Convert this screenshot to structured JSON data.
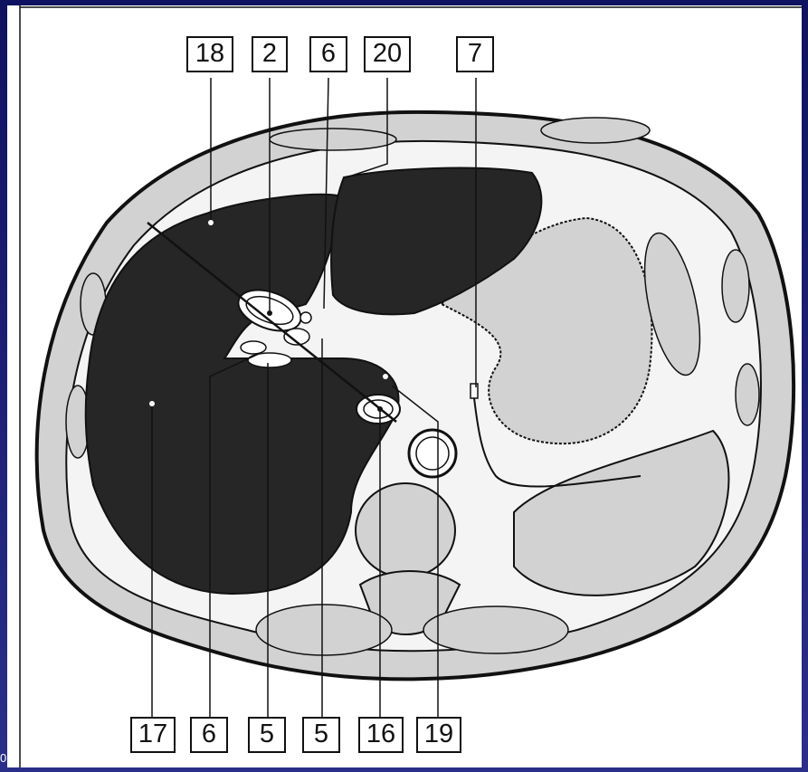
{
  "labels_top": [
    "18",
    "2",
    "6",
    "20",
    "7"
  ],
  "labels_bottom": [
    "17",
    "6",
    "5",
    "5",
    "16",
    "19"
  ],
  "corner_mark": "0",
  "colors": {
    "liver": "#262626",
    "tissue": "#d2d2d2",
    "outline": "#1a1a1a",
    "background_slide": "#1b1f6e"
  }
}
